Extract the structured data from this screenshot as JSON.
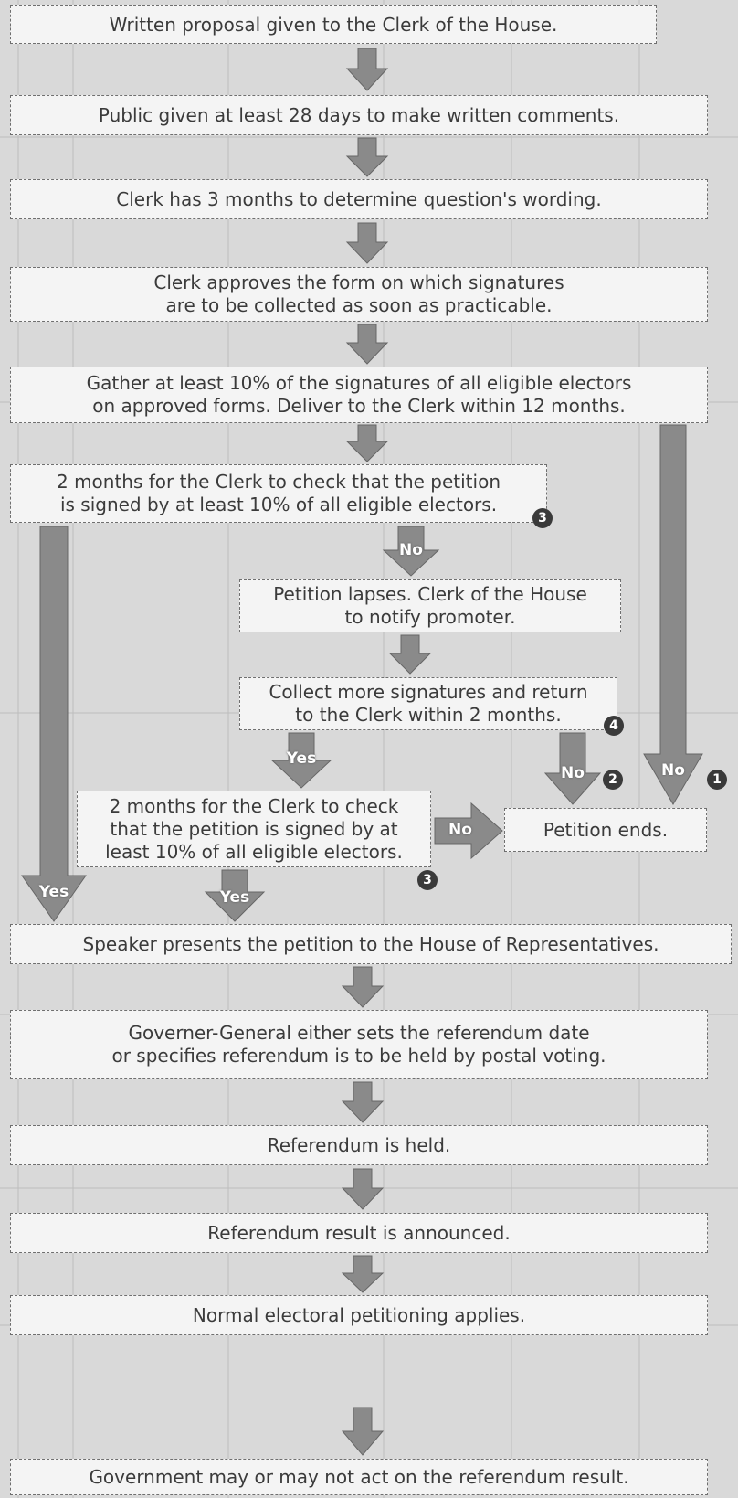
{
  "flow": {
    "step1": "Written proposal given to the Clerk of the House.",
    "step2": "Public given at least 28 days to make written comments.",
    "step3": "Clerk has 3 months to determine question's wording.",
    "step4_line1": "Clerk approves the form on which signatures",
    "step4_line2": "are to be collected as soon as practicable.",
    "step5_line1": "Gather at least 10% of the signatures of all eligible electors",
    "step5_line2": "on approved forms. Deliver to the Clerk within 12 months.",
    "check1_line1": "2 months for the  Clerk to check that the petition",
    "check1_line2": "is signed by at least 10% of all eligible electors.",
    "lapse_line1": "Petition lapses. Clerk of the House",
    "lapse_line2": "to notify promoter.",
    "collect_line1": "Collect more signatures and return",
    "collect_line2": "to the Clerk within 2 months.",
    "check2_line1": "2 months for the  Clerk to check",
    "check2_line2": "that the petition is signed by at",
    "check2_line3": "least 10% of all eligible electors.",
    "ends": "Petition ends.",
    "speaker": "Speaker presents the petition to the House of Representatives.",
    "gg_line1": "Governer-General either sets the referendum date",
    "gg_line2": "or specifies referendum is to be held by postal voting.",
    "held": "Referendum is held.",
    "announced": "Referendum result is announced.",
    "normal": "Normal electoral petitioning applies.",
    "govt": "Government may or may not act on the referendum result."
  },
  "labels": {
    "no": "No",
    "yes": "Yes"
  },
  "badges": {
    "b1": "1",
    "b2": "2",
    "b3a": "3",
    "b3b": "3",
    "b4": "4"
  },
  "colors": {
    "box_fill": "#f4f4f4",
    "box_border": "#6f6f6f",
    "arrow": "#8a8a8a",
    "text": "#3b3b3b"
  }
}
